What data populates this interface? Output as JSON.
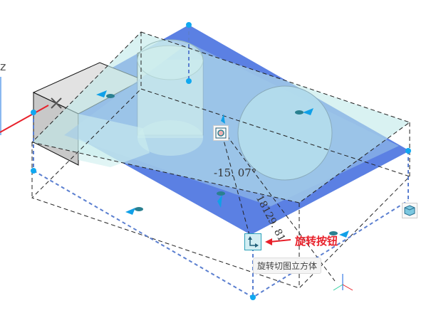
{
  "viewport": {
    "axis_label": "z",
    "angle_readout": "-15. 07°",
    "distance_readout": "18129. 81",
    "annotation": "旋转按钮",
    "tooltip": "旋转切图立方体"
  },
  "icons": [
    "rotate-icon",
    "view-icon",
    "cube-icon",
    "move-arrow-icon"
  ],
  "colors": {
    "plane": "#5b80e3",
    "cut_plane": "#bfe9ea",
    "handle": "#10a8f0",
    "annotation": "#e8202a"
  }
}
